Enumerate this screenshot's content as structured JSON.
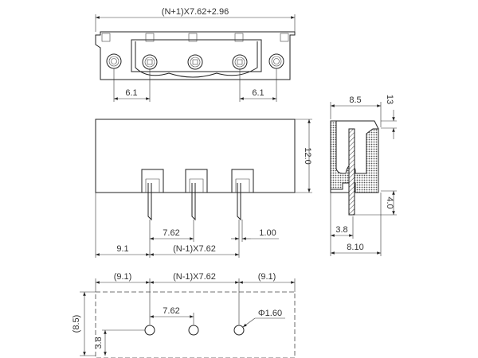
{
  "title": "Terminal block connector drawing",
  "top_view": {
    "overall_width": "(N+1)X7.62+2.96",
    "left_offset": "6.1",
    "right_offset": "6.1"
  },
  "front_view": {
    "height": "12.0",
    "pitch": "7.62",
    "pin_width": "1.00",
    "edge_offset": "9.1",
    "span": "(N-1)X7.62"
  },
  "side_view": {
    "depth_top": "8.5",
    "top_height": "13",
    "pin_length": "4.0",
    "pin_offset": "3.8",
    "depth_total": "8.10"
  },
  "pcb_layout": {
    "left_offset": "(9.1)",
    "span": "(N-1)X7.62",
    "right_offset": "(9.1)",
    "pitch": "7.62",
    "hole_diameter": "Φ1.60",
    "height": "(8.5)",
    "hole_offset": "3.8"
  }
}
